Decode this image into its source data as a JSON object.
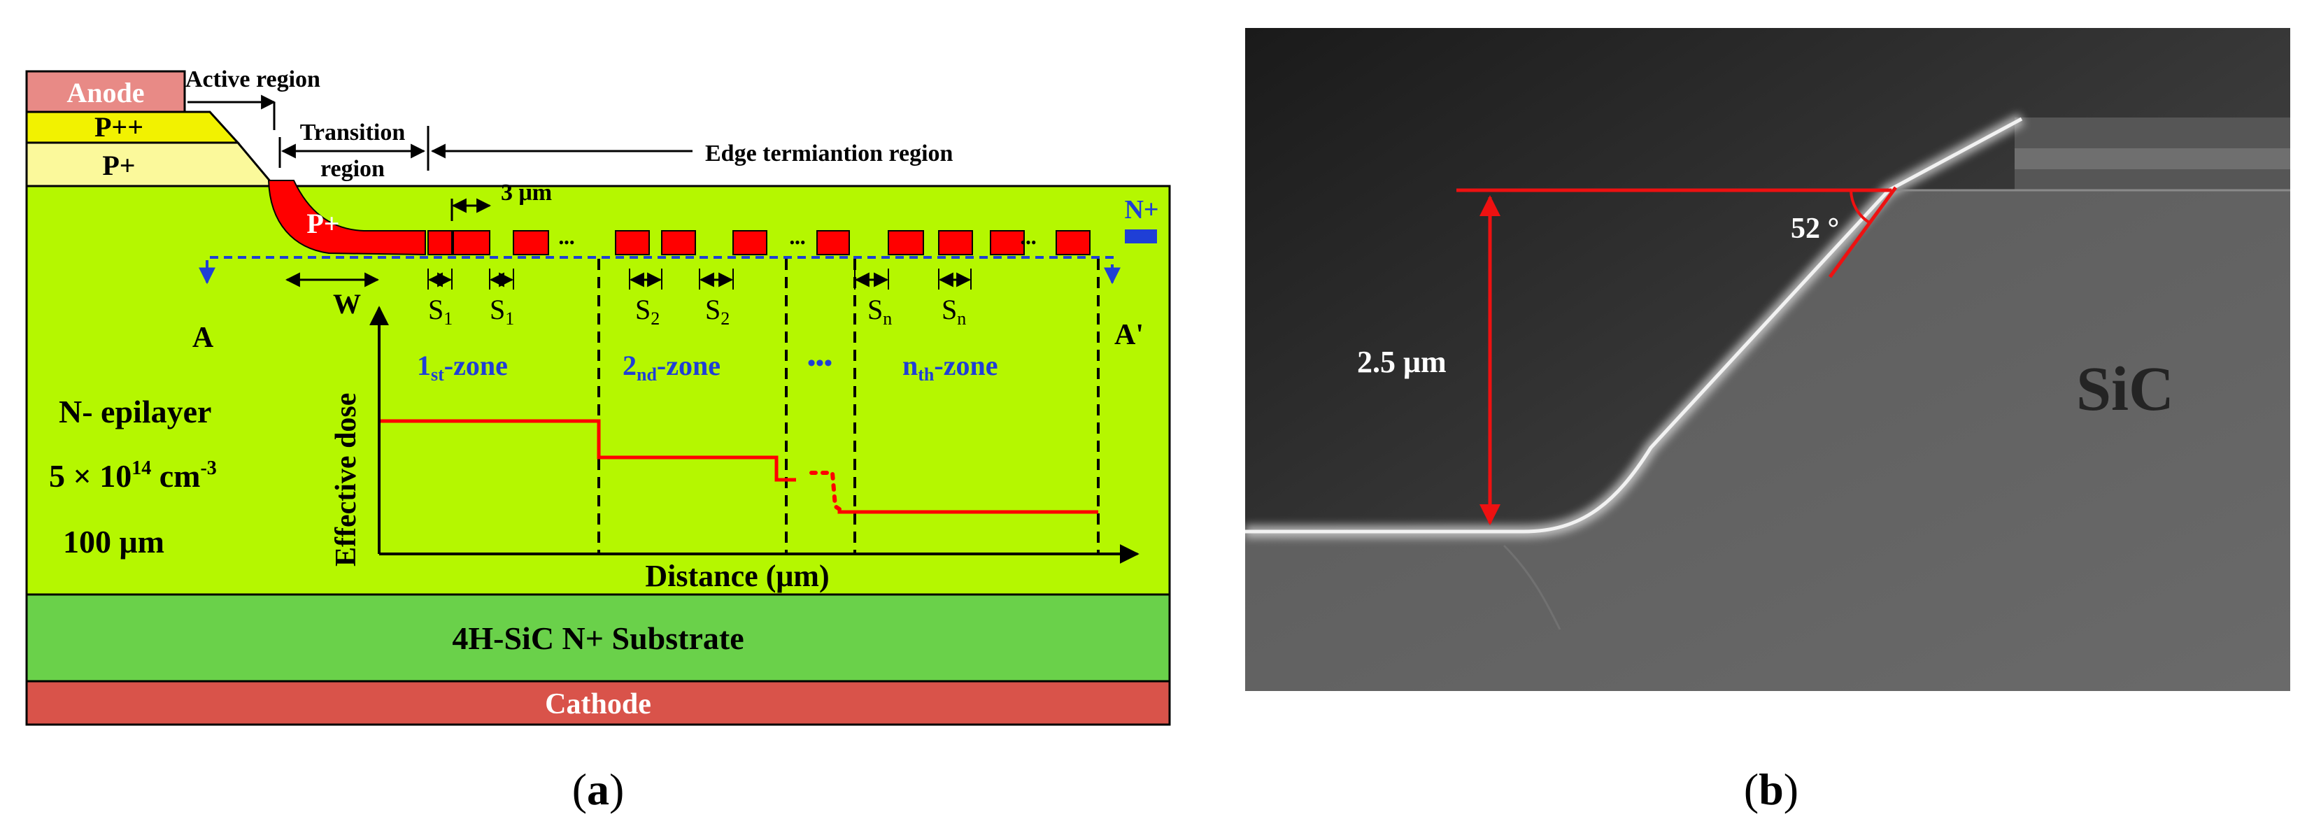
{
  "panel_a": {
    "layers": {
      "anode": "Anode",
      "pplusplus": "P++",
      "pplus": "P+",
      "pplus_implant": "P+",
      "nplus": "N+",
      "substrate": "4H-SiC N+ Substrate",
      "cathode": "Cathode"
    },
    "regions": {
      "active": "Active region",
      "transition_line1": "Transition",
      "transition_line2": "region",
      "edge": "Edge termiantion region"
    },
    "spacing_label": "3 μm",
    "width_label": "W",
    "cut": {
      "start": "A",
      "end": "A'"
    },
    "epilayer": {
      "name": "N- epilayer",
      "doping_prefix": "5 × 10",
      "doping_exp": "14",
      "doping_unit": " cm",
      "doping_unit_exp": "-3",
      "thickness": "100 μm"
    },
    "spacings": [
      {
        "base": "S",
        "sub": "1"
      },
      {
        "base": "S",
        "sub": "1"
      },
      {
        "base": "S",
        "sub": "2"
      },
      {
        "base": "S",
        "sub": "2"
      },
      {
        "base": "S",
        "sub": "n"
      },
      {
        "base": "S",
        "sub": "n"
      }
    ],
    "zones": [
      {
        "num": "1",
        "suffix": "st",
        "rest": "-zone"
      },
      {
        "num": "2",
        "suffix": "nd",
        "rest": "-zone"
      },
      {
        "num": "n",
        "suffix": "th",
        "rest": "-zone"
      }
    ],
    "ellipsis": "•••",
    "dose_plot": {
      "ylabel": "Effective dose",
      "xlabel": "Distance (μm)"
    },
    "caption": "a"
  },
  "panel_b": {
    "height_label": "2.5 μm",
    "angle_label": "52 °",
    "material_label": "SiC",
    "caption": "b"
  },
  "colors": {
    "epilayer": "#b5f700",
    "substrate": "#6ad14a",
    "cathode": "#d9534a",
    "anode": "#e88a86",
    "pplusplus": "#f2f200",
    "pplus": "#fbf99b",
    "implant": "#ff0000",
    "zone_text": "#1f3fd6",
    "annotation_red": "#ee1111"
  }
}
